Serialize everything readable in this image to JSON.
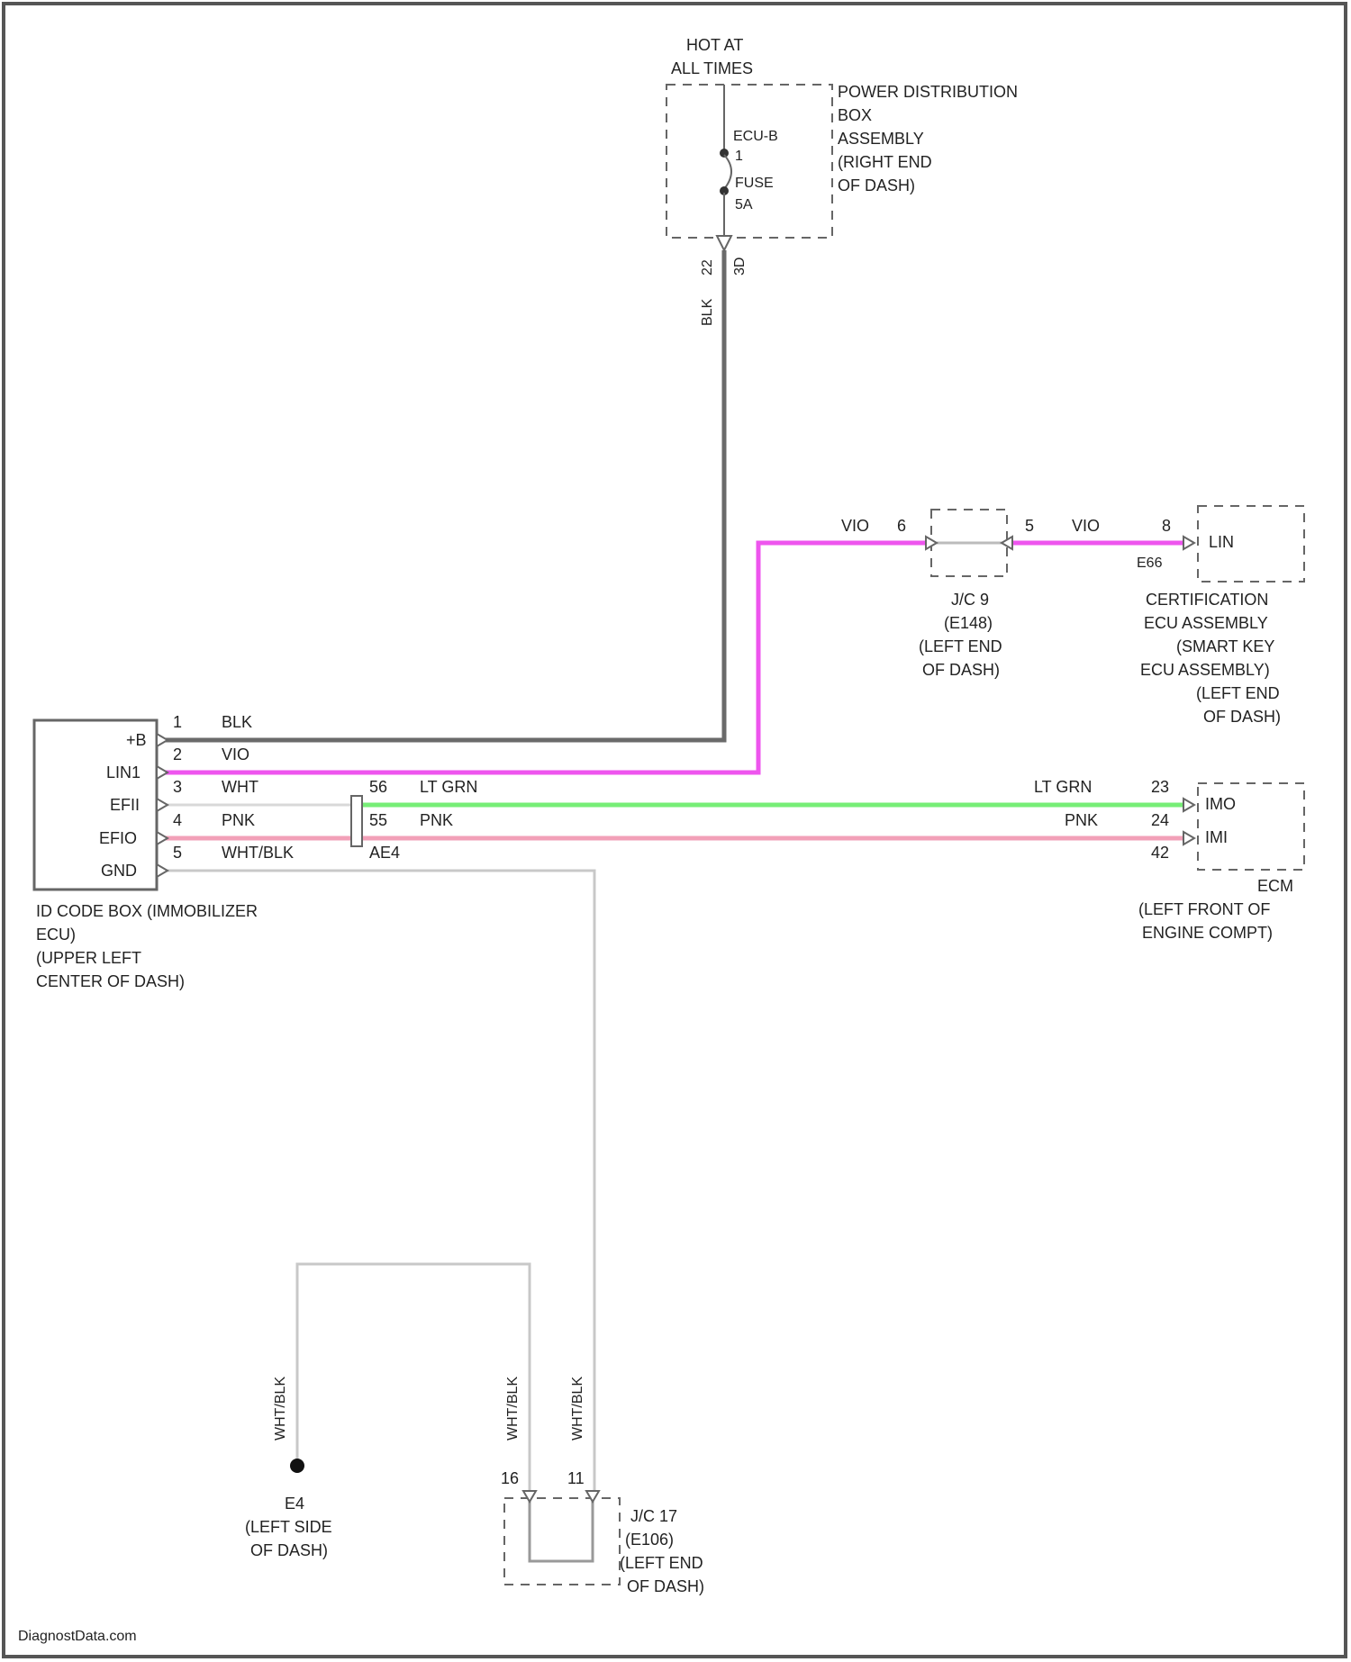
{
  "colors": {
    "blk": "#6a6a6a",
    "vio": "#ee55ee",
    "lt_grn": "#77ee77",
    "pnk": "#f2a0b8",
    "wht": "#d8d8d8",
    "outline": "#666666"
  },
  "power_box": {
    "supply": [
      "HOT AT",
      "ALL TIMES"
    ],
    "name": [
      "POWER DISTRIBUTION",
      "BOX",
      "ASSEMBLY",
      "(RIGHT END",
      "OF DASH)"
    ],
    "fuse_name": [
      "ECU-B",
      "1"
    ],
    "fuse_rating": [
      "FUSE",
      "5A"
    ],
    "connector": "22",
    "connector2": "3D",
    "wire_color": "BLK"
  },
  "jc9": {
    "pin_left": "6",
    "pin_right": "5",
    "wire_left": "VIO",
    "wire_right": "VIO",
    "name": [
      "J/C 9",
      "(E148)",
      "(LEFT END",
      "OF DASH)"
    ]
  },
  "certification_ecu": {
    "pin": "8",
    "connector": "E66",
    "terminal": "LIN",
    "name": [
      "CERTIFICATION",
      "ECU ASSEMBLY",
      "(SMART KEY",
      "ECU ASSEMBLY)",
      "(LEFT END",
      "OF DASH)"
    ]
  },
  "id_code_box": {
    "terminals": [
      "+B",
      "LIN1",
      "EFII",
      "EFIO",
      "GND"
    ],
    "pins": [
      "1",
      "2",
      "3",
      "4",
      "5"
    ],
    "wires": [
      "BLK",
      "VIO",
      "WHT",
      "PNK",
      "WHT/BLK"
    ],
    "name": [
      "ID CODE BOX (IMMOBILIZER",
      "ECU)",
      "(UPPER LEFT",
      "CENTER OF DASH)"
    ]
  },
  "inline_connector": {
    "pins": [
      "56",
      "55"
    ],
    "name": "AE4",
    "wires": [
      "LT GRN",
      "PNK"
    ]
  },
  "ecm": {
    "pins": [
      "23",
      "24",
      "42"
    ],
    "wires": [
      "LT GRN",
      "PNK"
    ],
    "terminals": [
      "IMO",
      "IMI"
    ],
    "name": [
      "ECM",
      "(LEFT FRONT OF",
      "ENGINE COMPT)"
    ]
  },
  "ground": {
    "wire_color": "WHT/BLK",
    "name": [
      "E4",
      "(LEFT SIDE",
      "OF DASH)"
    ]
  },
  "jc17": {
    "pin_left": "16",
    "pin_right": "11",
    "wire_left": "WHT/BLK",
    "wire_right": "WHT/BLK",
    "name": [
      "J/C 17",
      "(E106)",
      "(LEFT END",
      "OF DASH)"
    ]
  },
  "footer": {
    "watermark": "DiagnostData.com"
  }
}
